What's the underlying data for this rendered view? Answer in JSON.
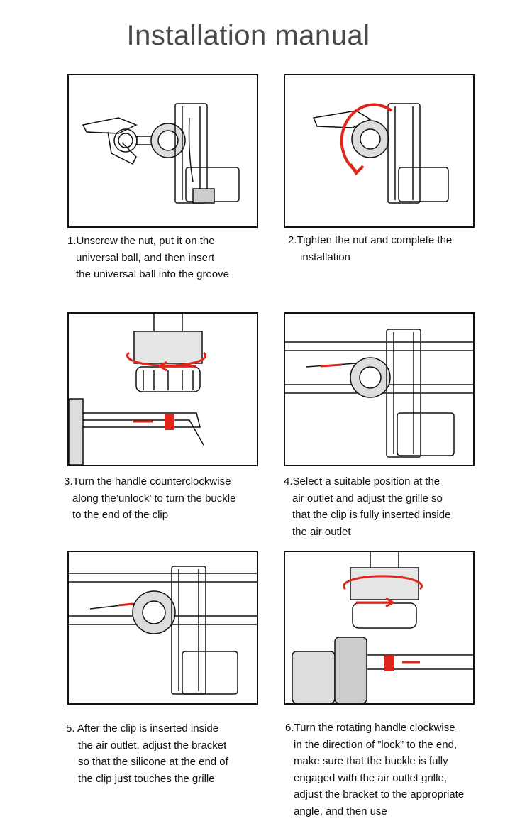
{
  "title": "Installation manual",
  "steps": [
    {
      "lines": [
        "1.Unscrew the nut, put it on the",
        "universal ball, and then insert",
        "the universal ball into the groove"
      ]
    },
    {
      "lines": [
        "2.Tighten the nut and complete the",
        "installation"
      ]
    },
    {
      "lines": [
        "3.Turn the handle counterclockwise",
        "along the’unlock’ to turn the buckle",
        "to the end of the clip"
      ]
    },
    {
      "lines": [
        "4.Select a suitable position at the",
        "air outlet and adjust the grille so",
        "that the clip is fully inserted inside",
        "the air outlet"
      ]
    },
    {
      "lines": [
        "5. After the clip is inserted inside",
        "the air outlet, adjust the bracket",
        "so that the silicone at the end of",
        "the clip just touches the grille"
      ]
    },
    {
      "lines": [
        "6.Turn the rotating handle clockwise",
        "in the direction of ”lock” to the end,",
        "make sure that the buckle is fully",
        "engaged with the air outlet grille,",
        "adjust the bracket to the appropriate",
        "angle, and then use"
      ]
    }
  ],
  "colors": {
    "arrow": "#e0261b",
    "line": "#111111",
    "title": "#4a4a4a"
  }
}
